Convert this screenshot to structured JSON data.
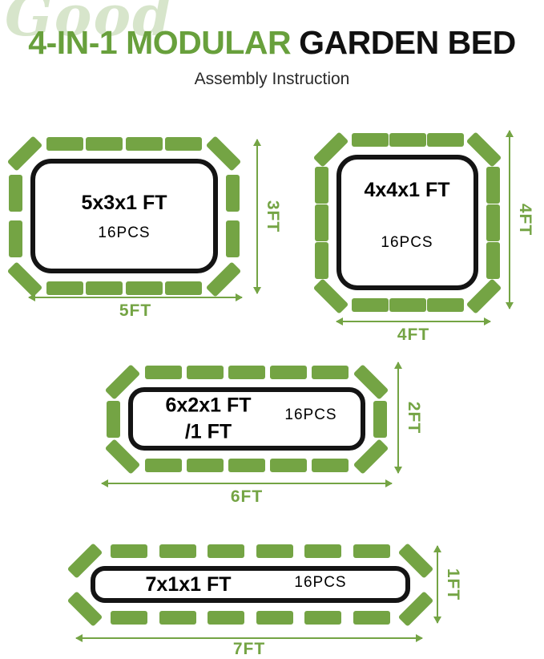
{
  "header": {
    "decorative_text": "Good",
    "title_green": "4-IN-1 MODULAR",
    "title_black": "GARDEN BED",
    "subtitle": "Assembly Instruction"
  },
  "colors": {
    "panel_green": "#74a444",
    "title_green": "#68a03c",
    "decorative_green": "#d7e5cb",
    "outline_black": "#141414"
  },
  "beds": [
    {
      "size_label": "5x3x1 FT",
      "pcs_label": "16PCS",
      "width_label": "5FT",
      "height_label": "3FT"
    },
    {
      "size_label": "4x4x1 FT",
      "pcs_label": "16PCS",
      "width_label": "4FT",
      "height_label": "4FT"
    },
    {
      "size_label": "6x2x1 FT\n/1 FT",
      "pcs_label": "16PCS",
      "width_label": "6FT",
      "height_label": "2FT"
    },
    {
      "size_label": "7x1x1 FT",
      "pcs_label": "16PCS",
      "width_label": "7FT",
      "height_label": "1FT"
    }
  ]
}
